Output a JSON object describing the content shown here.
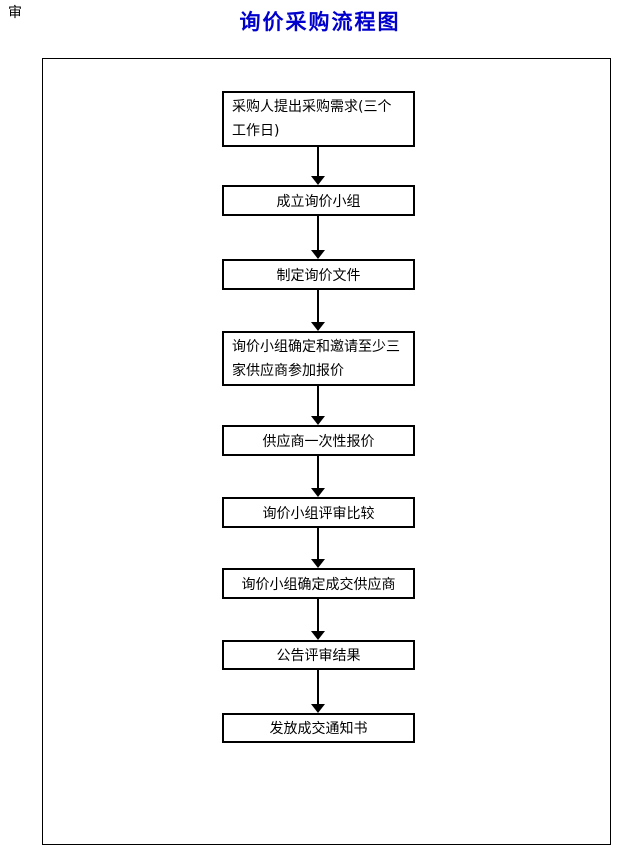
{
  "page": {
    "corner_mark": "审",
    "title": "询价采购流程图",
    "title_color": "#0000CC",
    "background_color": "#FFFFFF"
  },
  "flowchart": {
    "connector_style": "solid-down-arrow",
    "line_color": "#000000",
    "box_border_color": "#000000",
    "steps": [
      {
        "label": "采购人提出采购需求(三个工作日)"
      },
      {
        "label": "成立询价小组"
      },
      {
        "label": "制定询价文件"
      },
      {
        "label": "询价小组确定和邀请至少三家供应商参加报价"
      },
      {
        "label": "供应商一次性报价"
      },
      {
        "label": "询价小组评审比较"
      },
      {
        "label": "询价小组确定成交供应商"
      },
      {
        "label": "公告评审结果"
      },
      {
        "label": "发放成交通知书"
      }
    ]
  }
}
